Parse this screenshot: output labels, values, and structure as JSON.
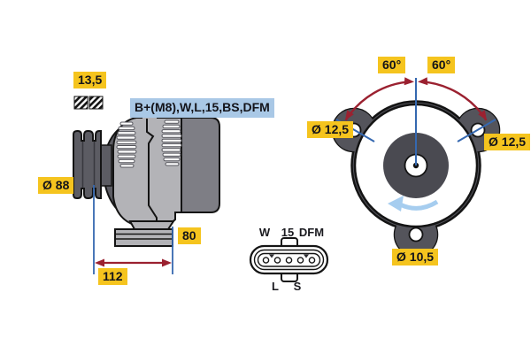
{
  "colors": {
    "label_yellow": "#f5c41e",
    "label_blue_bg": "#a9c8e6",
    "label_text": "#14141a",
    "dimension_red": "#9b2130",
    "dimension_blue": "#3568b0",
    "rotation_blue": "#a6cdef"
  },
  "side_view": {
    "belt_width": "13,5",
    "terminal_label": "B+(M8),W,L,15,BS,DFM",
    "pulley_diameter": "Ø 88",
    "mount_width": "80",
    "overall_length": "112"
  },
  "front_view": {
    "angle_left": "60°",
    "angle_right": "60°",
    "hole_left": "Ø 12,5",
    "hole_right": "Ø 12,5",
    "hole_bottom": "Ø 10,5"
  },
  "connector": {
    "top_row": [
      "W",
      "15",
      "DFM"
    ],
    "bottom_row": [
      "L",
      "S"
    ]
  }
}
